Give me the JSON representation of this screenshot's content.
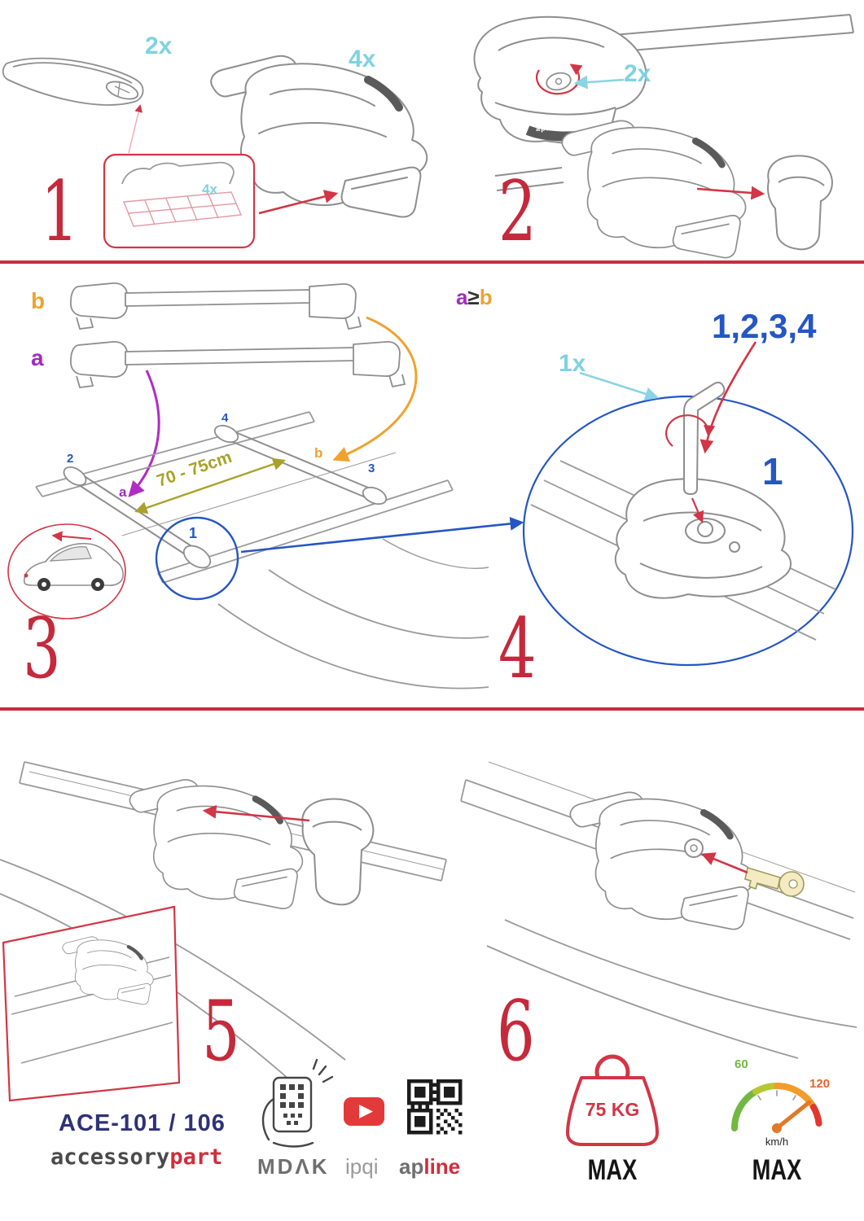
{
  "colors": {
    "step_red": "#c5293b",
    "accent_red": "#d23545",
    "cyan": "#7fd2e2",
    "blue": "#2456c4",
    "purple": "#a428c4",
    "orange": "#f0a22e",
    "olive": "#a8a12b",
    "navy": "#2f3277",
    "gray": "#6f6f6f",
    "youtube_red": "#e23a3a",
    "speed_green": "#72b843",
    "speed_red": "#e2372e"
  },
  "steps": {
    "one": {
      "num": "1",
      "bar_qty": "2x",
      "foot_qty": "4x",
      "pad_qty": "4x"
    },
    "two": {
      "num": "2",
      "key_qty": "2x"
    },
    "three": {
      "num": "3",
      "bar_b": "b",
      "bar_a": "a",
      "distance": "70 - 75cm",
      "pos_front_left": "2",
      "pos_rear_left": "4",
      "pos_rear_bar": "b",
      "pos_rear_right": "3",
      "pos_front_bar": "a",
      "pos_front_right": "1"
    },
    "four": {
      "num": "4",
      "cond_a": "a",
      "cond_op": "≥",
      "cond_b": "b",
      "sequence": "1,2,3,4",
      "tool_qty": "1x",
      "substep": "1"
    },
    "five": {
      "num": "5"
    },
    "six": {
      "num": "6"
    }
  },
  "branding": {
    "foot_logo": "apline"
  },
  "footer": {
    "model": "ACE-101 / 106",
    "brand_gray": "accessory",
    "brand_red": "part",
    "partner_mdak": "MDΛK",
    "partner_ipqi": "ipqi",
    "partner_ap": "ap",
    "partner_line": "line",
    "load_value": "75 KG",
    "load_max": "MAX",
    "speed_low": "60",
    "speed_high": "120",
    "speed_unit": "km/h",
    "speed_max": "MAX"
  }
}
